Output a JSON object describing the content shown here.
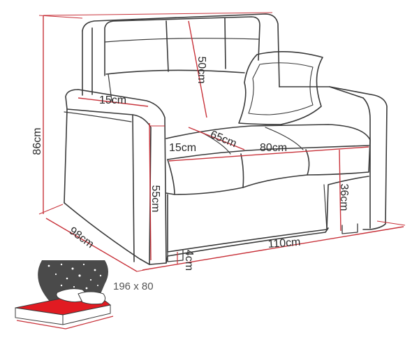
{
  "colors": {
    "outline": "#3a3a3a",
    "dimension": "#c8323a",
    "bed_fill": "#e11b22",
    "background": "#ffffff",
    "night_sky": "#4a4a4a"
  },
  "icons": {
    "sofa": "sofa-drawing",
    "bed": "sofa-bed-icon",
    "stars": "star-icon"
  },
  "dimensions": {
    "height_total": "86cm",
    "back_height": "50cm",
    "arm_width": "15cm",
    "seat_depth": "65cm",
    "arm_depth_inner": "15cm",
    "seat_width": "80cm",
    "seat_height": "55cm",
    "bed_height": "36cm",
    "depth_total": "98cm",
    "width_total": "110cm",
    "leg_height": "4cm"
  },
  "bed_size": "196 x 80"
}
